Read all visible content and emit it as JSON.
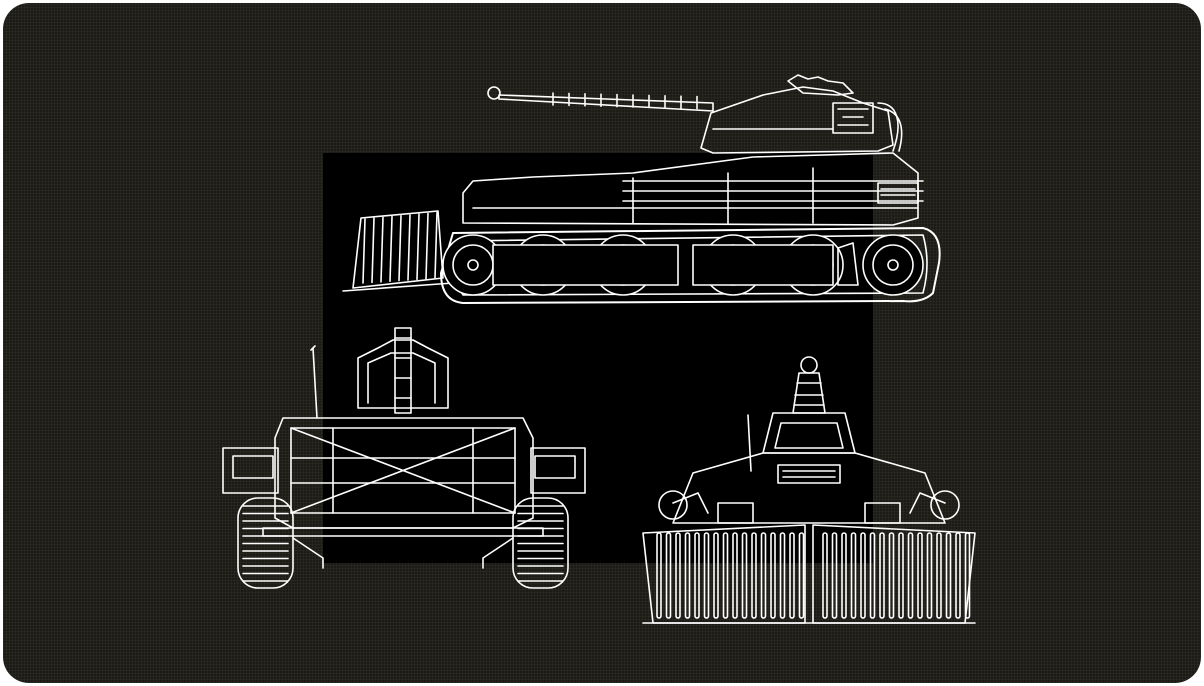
{
  "scene": {
    "background_color": "#1d1b15",
    "backdrop_color": "#000000",
    "line_color": "#ffffff"
  },
  "views": [
    {
      "id": "side-view",
      "icon": "tank-side-elevation-icon"
    },
    {
      "id": "rear-view",
      "icon": "tank-rear-elevation-icon"
    },
    {
      "id": "front-view",
      "icon": "tank-front-elevation-icon"
    }
  ]
}
